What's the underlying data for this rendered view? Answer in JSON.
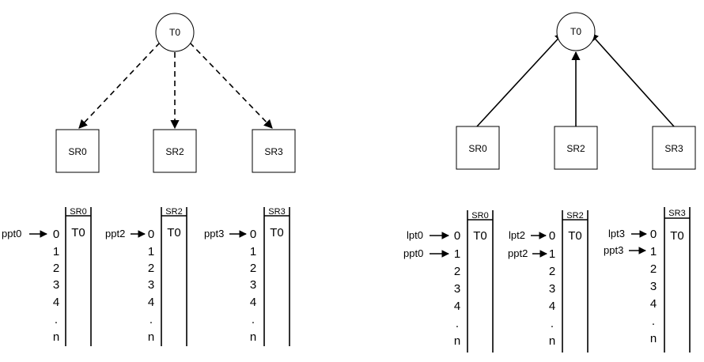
{
  "left_diagram": {
    "root_label": "T0",
    "nodes": [
      "SR0",
      "SR2",
      "SR3"
    ],
    "edge_style": "dashed",
    "edge_direction": "root-to-children"
  },
  "right_diagram": {
    "root_label": "T0",
    "nodes": [
      "SR0",
      "SR2",
      "SR3"
    ],
    "edge_style": "solid",
    "edge_direction": "children-to-root"
  },
  "left_tables": [
    {
      "header": "SR0",
      "rows": [
        "0",
        "1",
        "2",
        "3",
        "4",
        ".",
        "n"
      ],
      "entry": "T0",
      "pointers": [
        {
          "label": "ppt0",
          "row": 0
        }
      ]
    },
    {
      "header": "SR2",
      "rows": [
        "0",
        "1",
        "2",
        "3",
        "4",
        ".",
        "n"
      ],
      "entry": "T0",
      "pointers": [
        {
          "label": "ppt2",
          "row": 0
        }
      ]
    },
    {
      "header": "SR3",
      "rows": [
        "0",
        "1",
        "2",
        "3",
        "4",
        ".",
        "n"
      ],
      "entry": "T0",
      "pointers": [
        {
          "label": "ppt3",
          "row": 0
        }
      ]
    }
  ],
  "right_tables": [
    {
      "header": "SR0",
      "rows": [
        "0",
        "1",
        "2",
        "3",
        "4",
        ".",
        "n"
      ],
      "entry": "T0",
      "pointers": [
        {
          "label": "lpt0",
          "row": 0
        },
        {
          "label": "ppt0",
          "row": 1
        }
      ]
    },
    {
      "header": "SR2",
      "rows": [
        "0",
        "1",
        "2",
        "3",
        "4",
        ".",
        "n"
      ],
      "entry": "T0",
      "pointers": [
        {
          "label": "lpt2",
          "row": 0
        },
        {
          "label": "ppt2",
          "row": 1
        }
      ]
    },
    {
      "header": "SR3",
      "rows": [
        "0",
        "1",
        "2",
        "3",
        "4",
        ".",
        "n"
      ],
      "entry": "T0",
      "pointers": [
        {
          "label": "lpt3",
          "row": 0
        },
        {
          "label": "ppt3",
          "row": 1
        }
      ]
    }
  ]
}
